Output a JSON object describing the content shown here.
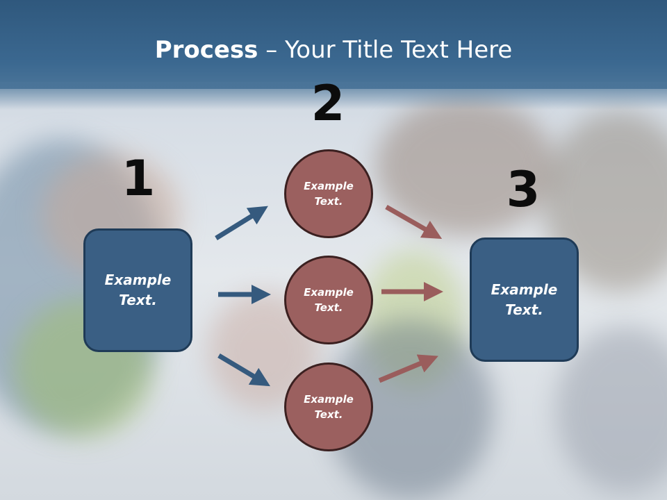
{
  "title": {
    "bold": "Process",
    "rest": " – Your Title Text Here"
  },
  "steps": [
    {
      "number": "1",
      "label": "Example Text."
    },
    {
      "number": "2",
      "items": [
        "Example Text.",
        "Example Text.",
        "Example Text."
      ]
    },
    {
      "number": "3",
      "label": "Example Text."
    }
  ],
  "colors": {
    "header": "#3b6890",
    "box": "#3a5f84",
    "circle": "#9b605f",
    "arrow_in": "#355a7e",
    "arrow_out": "#9a5d5c"
  }
}
